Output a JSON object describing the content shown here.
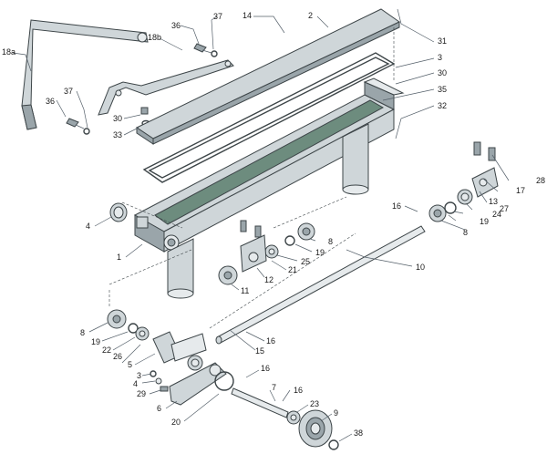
{
  "diagram": {
    "callouts": [
      {
        "id": "c18a",
        "text": "18a"
      },
      {
        "id": "c18b",
        "text": "18b"
      },
      {
        "id": "c36a",
        "text": "36"
      },
      {
        "id": "c37a",
        "text": "37"
      },
      {
        "id": "c14",
        "text": "14"
      },
      {
        "id": "c2",
        "text": "2"
      },
      {
        "id": "c31",
        "text": "31"
      },
      {
        "id": "c3",
        "text": "3"
      },
      {
        "id": "c30a",
        "text": "30"
      },
      {
        "id": "c35",
        "text": "35"
      },
      {
        "id": "c32",
        "text": "32"
      },
      {
        "id": "c37b",
        "text": "37"
      },
      {
        "id": "c36b",
        "text": "36"
      },
      {
        "id": "c30b",
        "text": "30"
      },
      {
        "id": "c33",
        "text": "33"
      },
      {
        "id": "c28",
        "text": "28"
      },
      {
        "id": "c17",
        "text": "17"
      },
      {
        "id": "c13",
        "text": "13"
      },
      {
        "id": "c27",
        "text": "27"
      },
      {
        "id": "c24",
        "text": "24"
      },
      {
        "id": "c19a",
        "text": "19"
      },
      {
        "id": "c8a",
        "text": "8"
      },
      {
        "id": "c16a",
        "text": "16"
      },
      {
        "id": "c4a",
        "text": "4"
      },
      {
        "id": "c1",
        "text": "1"
      },
      {
        "id": "c8b",
        "text": "8"
      },
      {
        "id": "c19b",
        "text": "19"
      },
      {
        "id": "c25",
        "text": "25"
      },
      {
        "id": "c21",
        "text": "21"
      },
      {
        "id": "c12",
        "text": "12"
      },
      {
        "id": "c11",
        "text": "11"
      },
      {
        "id": "c10",
        "text": "10"
      },
      {
        "id": "c8c",
        "text": "8"
      },
      {
        "id": "c19c",
        "text": "19"
      },
      {
        "id": "c22",
        "text": "22"
      },
      {
        "id": "c26",
        "text": "26"
      },
      {
        "id": "c5",
        "text": "5"
      },
      {
        "id": "c16b",
        "text": "16"
      },
      {
        "id": "c15",
        "text": "15"
      },
      {
        "id": "c3b",
        "text": "3"
      },
      {
        "id": "c4b",
        "text": "4"
      },
      {
        "id": "c29",
        "text": "29"
      },
      {
        "id": "c6",
        "text": "6"
      },
      {
        "id": "c20",
        "text": "20"
      },
      {
        "id": "c16c",
        "text": "16"
      },
      {
        "id": "c7",
        "text": "7"
      },
      {
        "id": "c16d",
        "text": "16"
      },
      {
        "id": "c23",
        "text": "23"
      },
      {
        "id": "c9",
        "text": "9"
      },
      {
        "id": "c38",
        "text": "38"
      }
    ],
    "colors": {
      "metal": "#cfd6d9",
      "metal_dark": "#9aa5aa",
      "channel": "#6d8c7e",
      "outline": "#3d4548"
    }
  }
}
